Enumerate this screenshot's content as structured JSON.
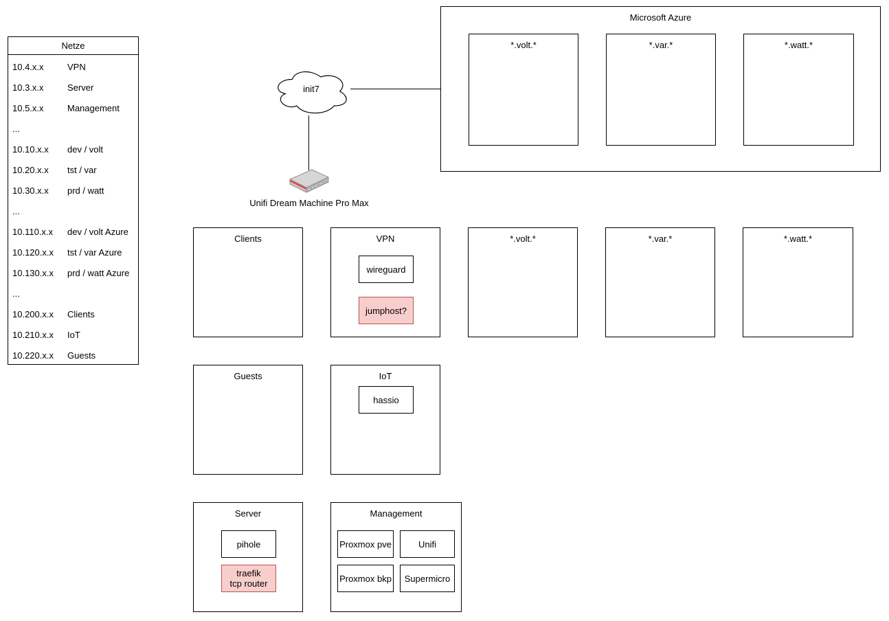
{
  "netze": {
    "title": "Netze",
    "rows": [
      {
        "range": "10.4.x.x",
        "label": "VPN"
      },
      {
        "range": "10.3.x.x",
        "label": "Server"
      },
      {
        "range": "10.5.x.x",
        "label": "Management"
      },
      {
        "range": "...",
        "label": ""
      },
      {
        "range": "10.10.x.x",
        "label": "dev / volt"
      },
      {
        "range": "10.20.x.x",
        "label": "tst / var"
      },
      {
        "range": "10.30.x.x",
        "label": "prd / watt"
      },
      {
        "range": "...",
        "label": ""
      },
      {
        "range": "10.110.x.x",
        "label": "dev / volt Azure"
      },
      {
        "range": "10.120.x.x",
        "label": "tst / var Azure"
      },
      {
        "range": "10.130.x.x",
        "label": "prd / watt Azure"
      },
      {
        "range": "...",
        "label": ""
      },
      {
        "range": "10.200.x.x",
        "label": "Clients"
      },
      {
        "range": "10.210.x.x",
        "label": "IoT"
      },
      {
        "range": "10.220.x.x",
        "label": "Guests"
      }
    ]
  },
  "wan": {
    "cloud_label": "init7",
    "router_label": "Unifi Dream Machine Pro Max"
  },
  "azure": {
    "title": "Microsoft Azure",
    "subnets": [
      "*.volt.*",
      "*.var.*",
      "*.watt.*"
    ]
  },
  "lan": {
    "clients_title": "Clients",
    "vpn": {
      "title": "VPN",
      "wireguard": "wireguard",
      "jumphost": "jumphost?"
    },
    "volt_title": "*.volt.*",
    "var_title": "*.var.*",
    "watt_title": "*.watt.*",
    "guests_title": "Guests",
    "iot": {
      "title": "IoT",
      "hassio": "hassio"
    },
    "server": {
      "title": "Server",
      "pihole": "pihole",
      "traefik_line1": "traefik",
      "traefik_line2": "tcp router"
    },
    "management": {
      "title": "Management",
      "items": [
        "Proxmox pve",
        "Unifi",
        "Proxmox bkp",
        "Supermicro"
      ]
    }
  },
  "colors": {
    "highlight_fill": "#f8cecc",
    "highlight_border": "#b85450",
    "line": "#000000",
    "router_red": "#e8423c",
    "router_gray_light": "#d6d6d6",
    "router_gray_mid": "#c9c9c9",
    "router_gray_dark": "#b5b5b5"
  }
}
